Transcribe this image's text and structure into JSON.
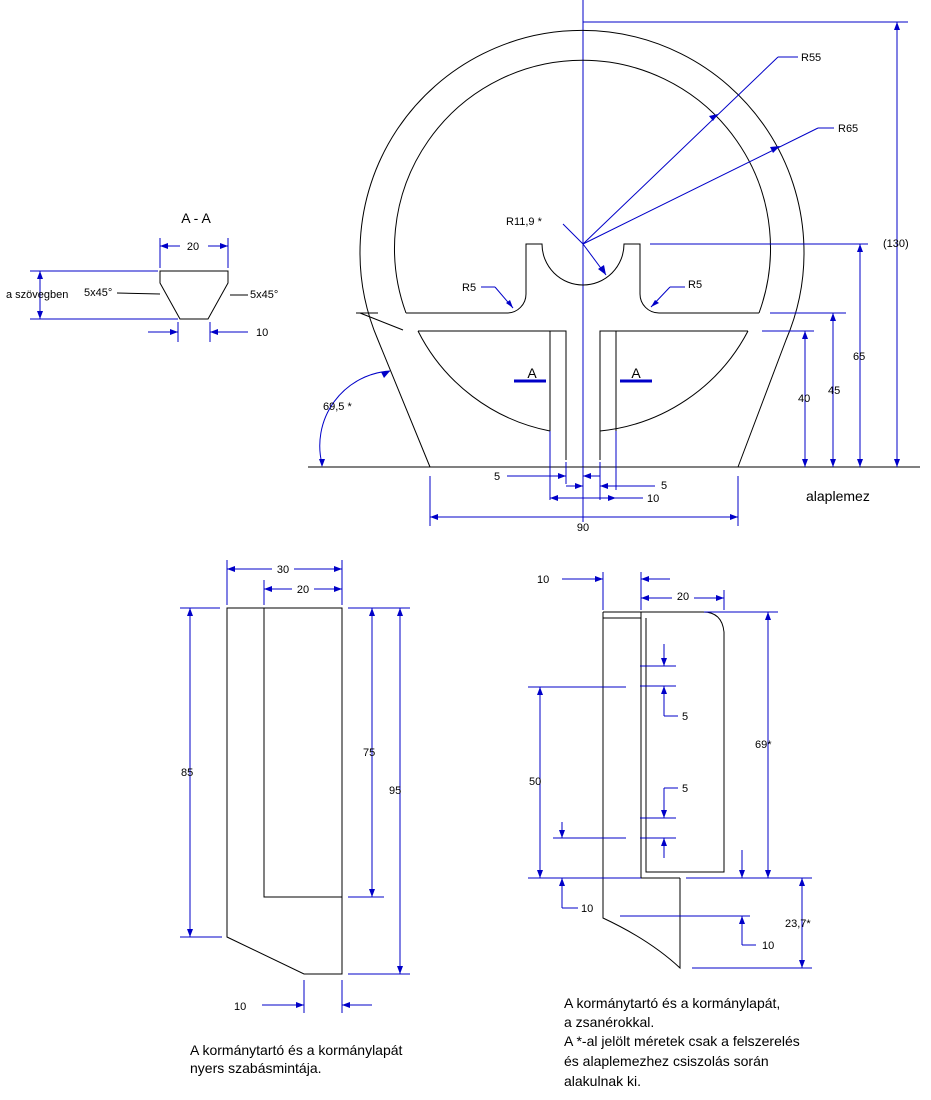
{
  "section_view": {
    "title": "A - A",
    "width_label": "20",
    "left_chamfer_label": "5x45°",
    "right_chamfer_label": "5x45°",
    "height_label": "a szövegben",
    "bottom_label": "10"
  },
  "base_plate": {
    "r55": "R55",
    "r65": "R65",
    "r11": "R11,9 *",
    "r5_left": "R5",
    "r5_right": "R5",
    "h130": "(130)",
    "h65": "65",
    "h45": "45",
    "h40": "40",
    "angle": "69,5 *",
    "section_mark_left": "A",
    "section_mark_right": "A",
    "dim_5_left": "5",
    "dim_5_right": "5",
    "dim_10": "10",
    "dim_90": "90",
    "name": "alaplemez"
  },
  "blank_pattern": {
    "w30": "30",
    "w20": "20",
    "h85": "85",
    "h75": "75",
    "h95": "95",
    "b10": "10",
    "caption_line1": "A kormánytartó és a kormánylapát",
    "caption_line2": "nyers szabásmintája."
  },
  "assembly": {
    "t10": "10",
    "t20": "20",
    "d5a": "5",
    "d5b": "5",
    "h69": "69*",
    "h50": "50",
    "b10a": "10",
    "b10b": "10",
    "h23": "23,7*",
    "caption_line1": "A kormánytartó és a kormánylapát,",
    "caption_line2": "a zsanérokkal.",
    "caption_line3": "A *-al jelölt méretek csak a felszerelés",
    "caption_line4": "és alaplemezhez csiszolás során",
    "caption_line5": "alakulnak ki."
  }
}
